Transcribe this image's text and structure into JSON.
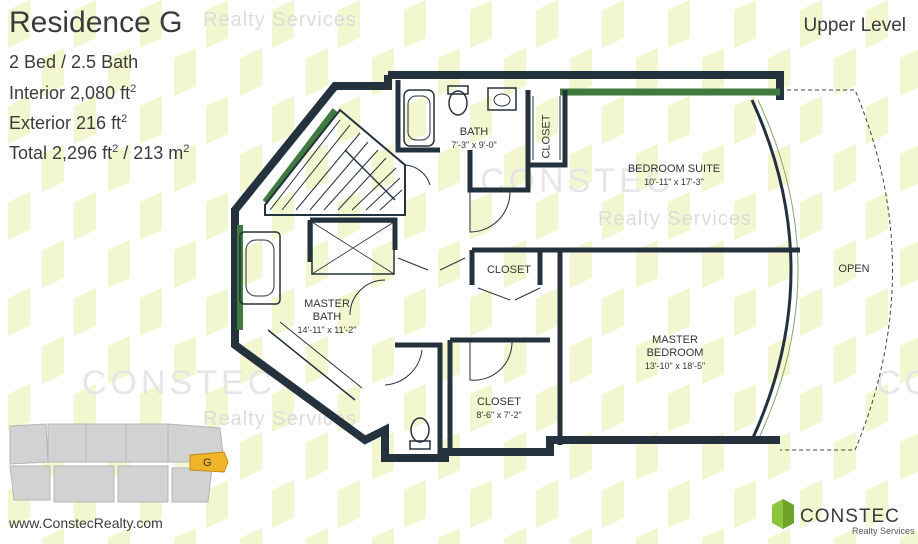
{
  "header": {
    "title": "Residence G",
    "watermark": "Realty Services",
    "level": "Upper Level"
  },
  "specs": {
    "beds_baths": "2 Bed / 2.5 Bath",
    "interior_label": "Interior",
    "interior_value": "2,080 ft",
    "exterior_label": "Exterior",
    "exterior_value": "216 ft",
    "total_label": "Total",
    "total_value_ft": "2,296 ft",
    "total_value_m": "/ 213 m",
    "sq": "2"
  },
  "watermarks": {
    "brand": "CONSTEC",
    "sub": "Realty Services"
  },
  "rooms": {
    "bath": {
      "name": "BATH",
      "dims": "7'-3\" x 9'-0\""
    },
    "closet_small": {
      "name": "CLOSET"
    },
    "bedroom_suite": {
      "name": "BEDROOM SUITE",
      "dims": "10'-11\" x 17'-3\""
    },
    "closet_mid": {
      "name": "CLOSET"
    },
    "master_bath": {
      "name1": "MASTER",
      "name2": "BATH",
      "dims": "14'-11\" x 11'-2\""
    },
    "master_bedroom": {
      "name1": "MASTER",
      "name2": "BEDROOM",
      "dims": "13'-10\" x 18'-5\""
    },
    "walk_closet": {
      "name": "CLOSET",
      "dims": "8'-6\" x 7'-2\""
    },
    "open": {
      "name": "OPEN"
    }
  },
  "keyplan": {
    "marker": "G"
  },
  "footer": {
    "website": "www.ConstecRealty.com",
    "brand_name": "CONSTEC",
    "brand_sub": "Realty Services"
  },
  "colors": {
    "wall": "#23323c",
    "accent_green": "#8cc63f",
    "hex_pattern": "#f2f6c8",
    "keyplan_gray": "#d2d2d2",
    "marker": "#f0b429"
  }
}
